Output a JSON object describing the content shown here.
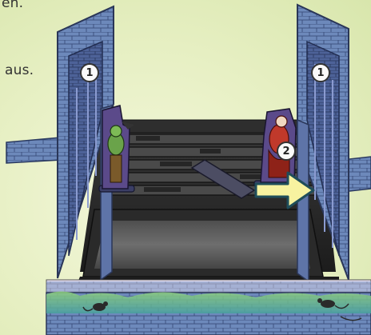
{
  "text_fragments": {
    "top_line_end": "en.",
    "mid_line_end": "aus."
  },
  "callouts": {
    "left_wall": "1",
    "right_wall": "1",
    "figure": "2"
  },
  "icons": {
    "arrow": "move-right-arrow-icon",
    "left_figure": "green-goblin-figure",
    "right_figure": "red-ghost-figure",
    "rat_left": "rat-icon",
    "rat_right": "rat-icon"
  },
  "colors": {
    "background": "#e6efc2",
    "stone_blue": "#6b86b8",
    "stone_dark": "#3d4f78",
    "floor_dark": "#2b2b2b",
    "arrow_fill": "#f7f2a0",
    "arrow_outline": "#1f4d5a"
  }
}
